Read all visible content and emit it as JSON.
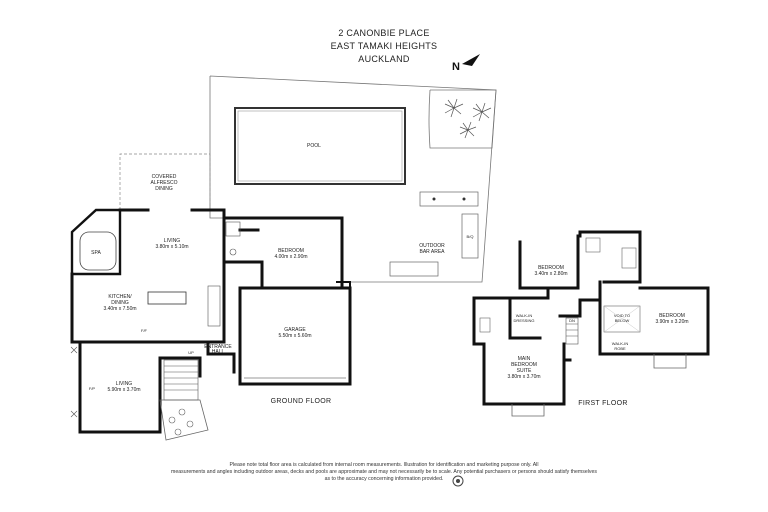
{
  "header": {
    "line1": "2 CANONBIE PLACE",
    "line2": "EAST TAMAKI HEIGHTS",
    "line3": "AUCKLAND",
    "north": "N"
  },
  "rooms": {
    "pool": "POOL",
    "covered_alfresco": [
      "COVERED",
      "ALFRESCO",
      "DINING"
    ],
    "spa": "SPA",
    "living_main": [
      "LIVING",
      "3.80m x 5.10m"
    ],
    "bedroom_ground": [
      "BEDROOM",
      "4.00m x 2.90m"
    ],
    "outdoor_bar": [
      "OUTDOOR",
      "BAR AREA"
    ],
    "bbq": "B/Q",
    "kitchen": [
      "KITCHEN/",
      "DINING",
      "3.40m x 7.50m"
    ],
    "ff": "F/F",
    "garage": [
      "GARAGE",
      "5.50m x 5.60m"
    ],
    "up": "UP",
    "entrance": [
      "ENTRANCE",
      "HALL"
    ],
    "living_lower": [
      "LIVING",
      "5.90m x 3.70m"
    ],
    "fp": "F/P",
    "bedroom_ff_top": [
      "BEDROOM",
      "3.40m x 2.80m"
    ],
    "bedroom_ff_right": [
      "BEDROOM",
      "3.90m x 3.20m"
    ],
    "walkin_dressing": [
      "WALK-IN",
      "DRESSING"
    ],
    "dn": "DN",
    "void": [
      "VOID TO",
      "BELOW"
    ],
    "walkin_robe": [
      "WALK-IN",
      "ROBE"
    ],
    "main_bedroom": [
      "MAIN",
      "BEDROOM",
      "SUITE",
      "3.80m x 3.70m"
    ]
  },
  "floors": {
    "ground": "GROUND FLOOR",
    "first": "FIRST FLOOR"
  },
  "disclaimer": [
    "Please note total floor area is calculated from internal room measurements. Illustration for identification and marketing purpose only. All",
    "measurements and angles including outdoor areas, decks and pools are approximate and may not necessarily be to scale. Any potential purchasers or persons should satisfy themselves",
    "as to the accuracy concerning information provided."
  ]
}
